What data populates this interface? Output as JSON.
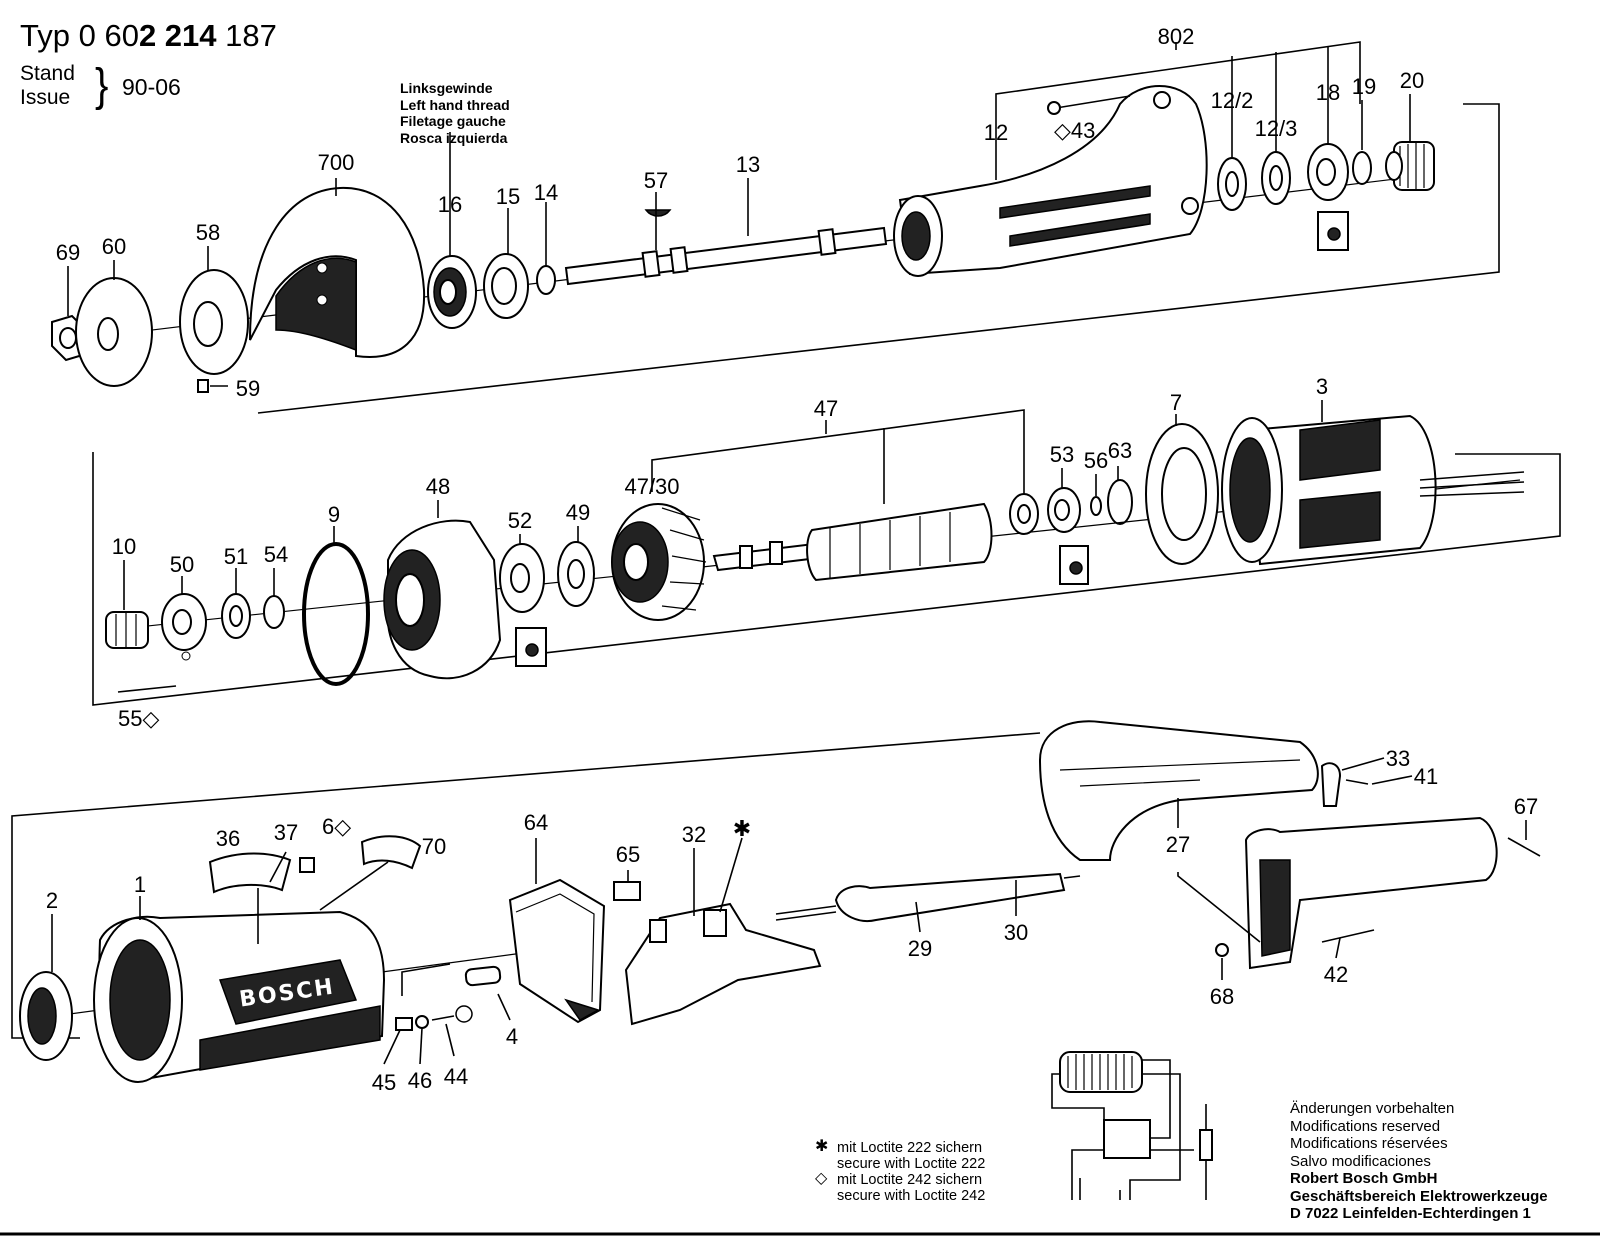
{
  "header": {
    "typ_label": "Typ",
    "typ_prefix": "0 60",
    "typ_bold": "2 214",
    "typ_suffix": "187",
    "stand_label": "Stand",
    "issue_label": "Issue",
    "date": "90-06"
  },
  "thread_note": {
    "de": "Linksgewinde",
    "en": "Left hand thread",
    "fr": "Filetage gauche",
    "es": "Rosca izquierda"
  },
  "callouts": {
    "p69": "69",
    "p60": "60",
    "p58": "58",
    "p59": "59",
    "p700": "700",
    "p16": "16",
    "p15": "15",
    "p14": "14",
    "p57": "57",
    "p13": "13",
    "p12": "12",
    "p43": "43",
    "p802": "802",
    "p12_2": "12/2",
    "p12_3": "12/3",
    "p18": "18",
    "p19": "19",
    "p20": "20",
    "p10": "10",
    "p50": "50",
    "p51": "51",
    "p54": "54",
    "p55": "55",
    "p9": "9",
    "p48": "48",
    "p52": "52",
    "p49": "49",
    "p47_30": "47/30",
    "p47": "47",
    "p53": "53",
    "p56": "56",
    "p63": "63",
    "p7": "7",
    "p3": "3",
    "p2": "2",
    "p1": "1",
    "p36": "36",
    "p37": "37",
    "p6": "6",
    "p70": "70",
    "p45": "45",
    "p46": "46",
    "p44": "44",
    "p4": "4",
    "p64": "64",
    "p65": "65",
    "p32": "32",
    "p29": "29",
    "p30": "30",
    "p27": "27",
    "p33": "33",
    "p41": "41",
    "p67": "67",
    "p42": "42",
    "p68": "68"
  },
  "brand_text": "BOSCH",
  "legend": {
    "star_symbol": "✱",
    "diamond_symbol": "◇",
    "star_de": "mit Loctite 222 sichern",
    "star_en": "secure with Loctite 222",
    "diamond_de": "mit Loctite 242 sichern",
    "diamond_en": "secure with Loctite 242"
  },
  "notes": {
    "de": "Änderungen vorbehalten",
    "en": "Modifications reserved",
    "fr": "Modifications réservées",
    "es": "Salvo modificaciones",
    "company": "Robert Bosch GmbH",
    "division": "Geschäftsbereich Elektrowerkzeuge",
    "address": "D 7022 Leinfelden-Echterdingen 1"
  }
}
